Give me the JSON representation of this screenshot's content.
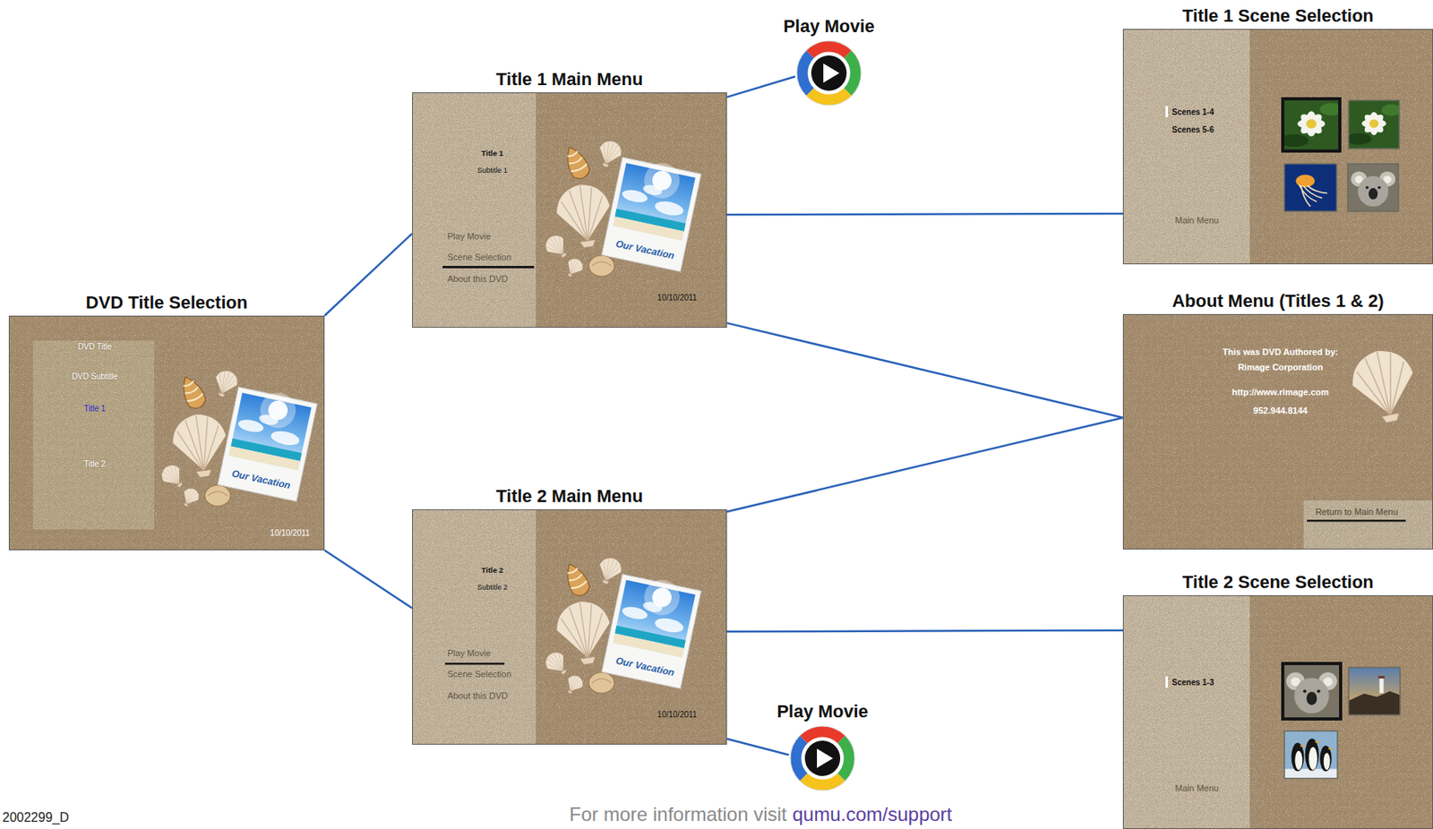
{
  "diagram": {
    "nodes": [
      {
        "text": [
          "DVD Title Selection",
          "DVD Title",
          "DVD Subtitle",
          "Title 1",
          "Title 2",
          "Our Vacation",
          "10/10/2011"
        ]
      },
      {
        "text": [
          "Title 1 Main Menu",
          "Title 1",
          "Subtitle 1",
          "Play Movie",
          "Scene Selection",
          "About this DVD",
          "Our Vacation",
          "10/10/2011"
        ]
      },
      {
        "text": [
          "Play Movie"
        ]
      },
      {
        "text": [
          "Title 1 Scene Selection",
          "Scenes 1-4",
          "Scenes 5-6",
          "Main Menu"
        ]
      },
      {
        "text": [
          "About Menu (Titles 1 & 2)",
          "This was DVD Authored by:",
          "Rimage Corporation",
          "http://www.rimage.com",
          "952.944.8144",
          "Return to Main Menu"
        ]
      },
      {
        "text": [
          "Title 2 Main Menu",
          "Title 2",
          "Subtitle 2",
          "Play Movie",
          "Scene Selection",
          "About this DVD",
          "Our Vacation",
          "10/10/2011"
        ]
      },
      {
        "text": [
          "Title 2 Scene Selection",
          "Scenes 1-3",
          "Main Menu"
        ]
      },
      {
        "text": [
          "Play Movie"
        ]
      }
    ],
    "edges": [
      {
        "from": 0,
        "to": 1,
        "arrow": "none"
      },
      {
        "from": 0,
        "to": 5,
        "arrow": "none"
      },
      {
        "from": 1,
        "to": 2,
        "arrow": "none"
      },
      {
        "from": 1,
        "to": 3,
        "arrow": "none"
      },
      {
        "from": 1,
        "to": 4,
        "arrow": "none"
      },
      {
        "from": 5,
        "to": 4,
        "arrow": "none"
      },
      {
        "from": 5,
        "to": 6,
        "arrow": "none"
      },
      {
        "from": 5,
        "to": 7,
        "arrow": "none"
      }
    ],
    "labels": [
      "2002299_D",
      "For more information visit",
      "qumu.com/support"
    ]
  }
}
